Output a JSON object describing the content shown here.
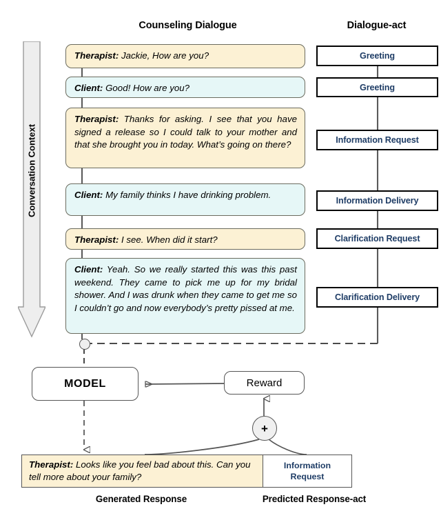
{
  "headers": {
    "dialogue": "Counseling Dialogue",
    "act": "Dialogue-act"
  },
  "context_arrow": {
    "label": "Conversation Context",
    "direction": "down"
  },
  "dialogue": [
    {
      "speaker": "Therapist:",
      "text": " Jackie, How are you?",
      "role": "therapist"
    },
    {
      "speaker": "Client:",
      "text": " Good! How are you?",
      "role": "client"
    },
    {
      "speaker": "Therapist:",
      "text": " Thanks for asking. I see that you have signed a release so I could talk to your mother and that she brought you in today. What’s going on there?",
      "role": "therapist"
    },
    {
      "speaker": "Client:",
      "text": " My family thinks I have drinking problem.",
      "role": "client"
    },
    {
      "speaker": "Therapist:",
      "text": " I see. When did it start?",
      "role": "therapist"
    },
    {
      "speaker": "Client:",
      "text": " Yeah. So we really started this was this past weekend. They came to pick me up for my bridal shower. And I was drunk when they came to get me so I couldn’t go and now everybody’s pretty pissed at me.",
      "role": "client"
    }
  ],
  "dialogue_acts": [
    {
      "label": "Greeting"
    },
    {
      "label": "Greeting"
    },
    {
      "label": "Information Request"
    },
    {
      "label": "Information Delivery"
    },
    {
      "label": "Clarification Request"
    },
    {
      "label": "Clarification Delivery"
    }
  ],
  "nodes": {
    "model": "MODEL",
    "reward": "Reward",
    "plus": "+"
  },
  "output": {
    "speaker": "Therapist:",
    "text": " Looks like you feel bad about this. Can you tell more about your family?",
    "act_line1": "Information",
    "act_line2": "Request",
    "caption_response": "Generated Response",
    "caption_act": "Predicted Response-act"
  },
  "colors": {
    "therapist_bubble": "#fcf1d4",
    "client_bubble": "#e6f7f7",
    "bubble_border": "#6b6b5e",
    "act_text": "#1f3d66",
    "act_border": "#000000",
    "line": "#555555"
  }
}
